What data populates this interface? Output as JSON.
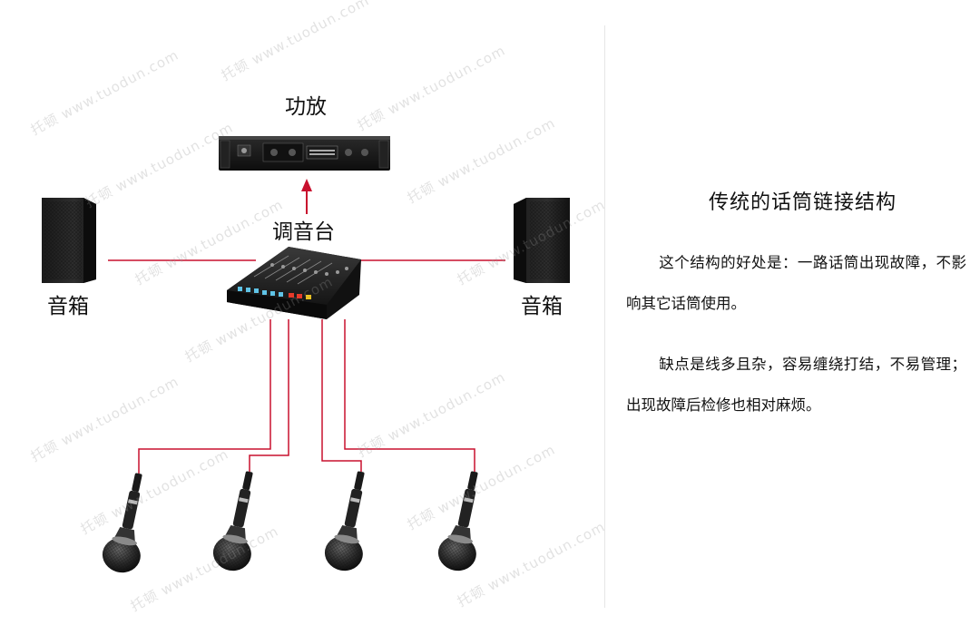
{
  "diagram": {
    "nodes": {
      "amplifier": {
        "label": "功放"
      },
      "mixer": {
        "label": "调音台"
      },
      "speaker_left": {
        "label": "音箱"
      },
      "speaker_right": {
        "label": "音箱"
      },
      "microphones": [
        {
          "id": "mic-1"
        },
        {
          "id": "mic-2"
        },
        {
          "id": "mic-3"
        },
        {
          "id": "mic-4"
        }
      ]
    },
    "edges": [
      {
        "from": "mixer",
        "to": "amplifier",
        "arrow": true
      },
      {
        "from": "mixer",
        "to": "speaker_left"
      },
      {
        "from": "mixer",
        "to": "speaker_right"
      },
      {
        "from": "mic-1",
        "to": "mixer"
      },
      {
        "from": "mic-2",
        "to": "mixer"
      },
      {
        "from": "mic-3",
        "to": "mixer"
      },
      {
        "from": "mic-4",
        "to": "mixer"
      }
    ],
    "line_color": "#c8102e"
  },
  "watermark": {
    "brand": "托顿",
    "url": "www.tuodun.com"
  },
  "panel": {
    "title": "传统的话筒链接结构",
    "paragraphs": [
      "这个结构的好处是：一路话筒出现故障，不影响其它话筒使用。",
      "缺点是线多且杂，容易缠绕打结，不易管理；出现故障后检修也相对麻烦。"
    ]
  }
}
